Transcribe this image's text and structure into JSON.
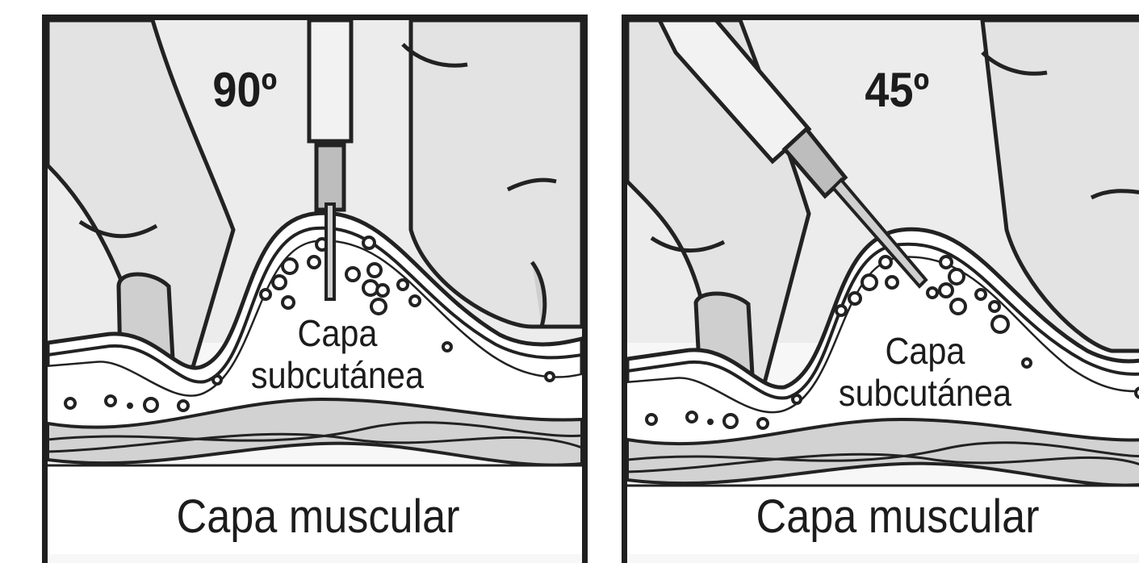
{
  "panels": [
    {
      "angle": "90º",
      "subcutaneous_line1": "Capa",
      "subcutaneous_line2": "subcutánea",
      "muscle": "Capa muscular"
    },
    {
      "angle": "45º",
      "subcutaneous_line1": "Capa",
      "subcutaneous_line2": "subcutánea",
      "muscle": "Capa muscular"
    }
  ],
  "colors": {
    "border": "#1f1f1f",
    "skin": "#e6e6e6",
    "shade": "#cfcfcf",
    "outline": "#222222"
  }
}
